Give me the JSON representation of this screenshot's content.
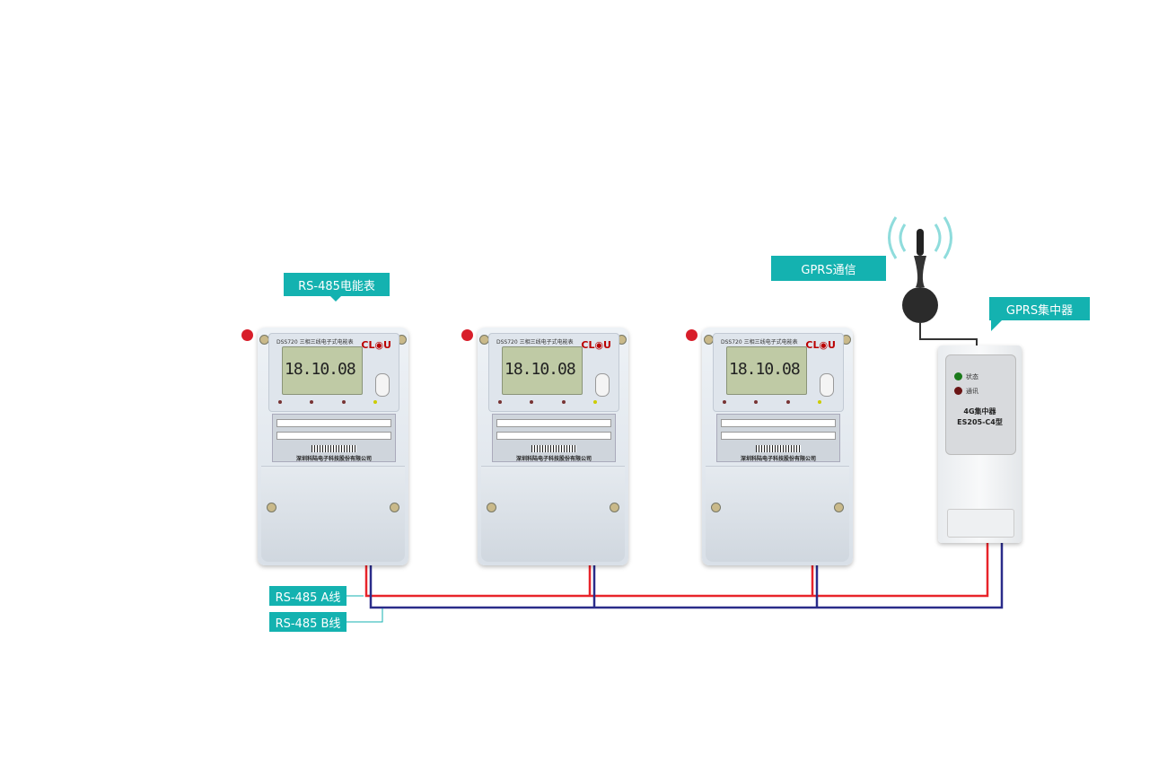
{
  "labels": {
    "meters": "RS-485电能表",
    "gprs_comm": "GPRS通信",
    "concentrator": "GPRS集中器",
    "line_a": "RS-485 A线",
    "line_b": "RS-485 B线"
  },
  "meter": {
    "model": "DSS720 三相三线电子式电能表",
    "brand": "CL◉U",
    "reading": "18.10.08",
    "maker": "深圳科陆电子科技股份有限公司"
  },
  "concentrator": {
    "status": "状态",
    "comm": "通讯",
    "name": "4G集中器",
    "model": "ES205-C4型"
  },
  "colors": {
    "tag": "#14b2b0",
    "line_a": "#e8242a",
    "line_b": "#2a2c8a"
  }
}
